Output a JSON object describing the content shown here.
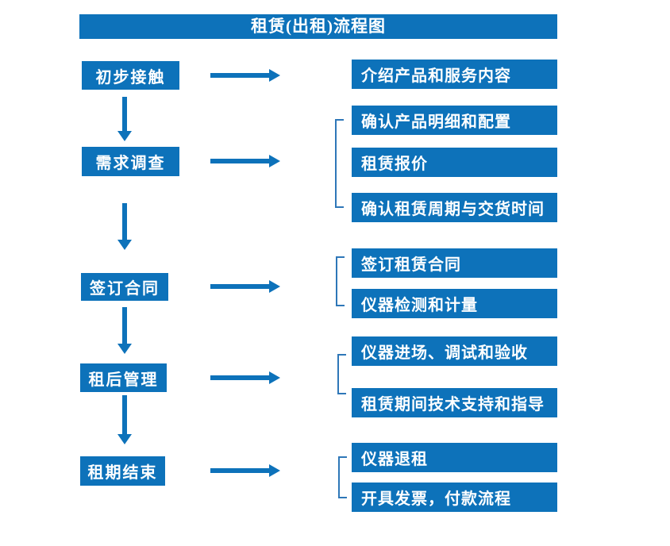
{
  "title": "租赁(出租)流程图",
  "colors": {
    "primary": "#0d72ba",
    "bracket": "#2e77b8",
    "text": "#ffffff",
    "background": "#ffffff"
  },
  "steps": [
    {
      "label": "初步接触",
      "details": [
        "介绍产品和服务内容"
      ]
    },
    {
      "label": "需求调查",
      "details": [
        "确认产品明细和配置",
        "租赁报价",
        "确认租赁周期与交货时间"
      ]
    },
    {
      "label": "签订合同",
      "details": [
        "签订租赁合同",
        "仪器检测和计量"
      ]
    },
    {
      "label": "租后管理",
      "details": [
        "仪器进场、调试和验收",
        "租赁期间技术支持和指导"
      ]
    },
    {
      "label": "租期结束",
      "details": [
        "仪器退租",
        "开具发票，付款流程"
      ]
    }
  ]
}
